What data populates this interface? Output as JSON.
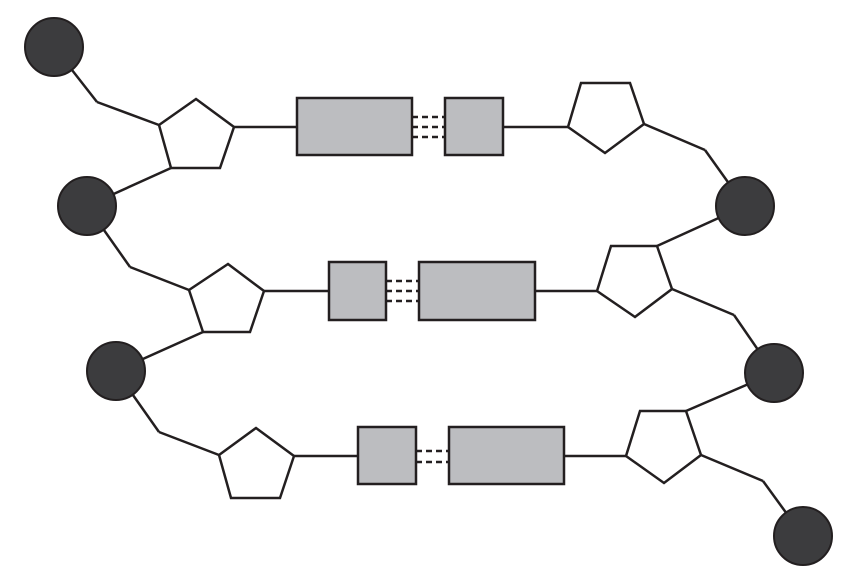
{
  "diagram": {
    "kind": "dna-strand-schematic",
    "colors": {
      "background": "#ffffff",
      "stroke": "#231f20",
      "phosphate_fill": "#3c3c3e",
      "sugar_fill": "#ffffff",
      "base_fill": "#bcbdc0"
    },
    "legend_components": {
      "phosphate": "filled-circle",
      "sugar": "pentagon",
      "base": "rectangle",
      "hydrogen_bond": "dashed-lines"
    },
    "rungs": [
      {
        "left_base": "long",
        "right_base": "short",
        "hydrogen_bonds": 3
      },
      {
        "left_base": "short",
        "right_base": "long",
        "hydrogen_bonds": 3
      },
      {
        "left_base": "short",
        "right_base": "long",
        "hydrogen_bonds": 2
      }
    ]
  }
}
